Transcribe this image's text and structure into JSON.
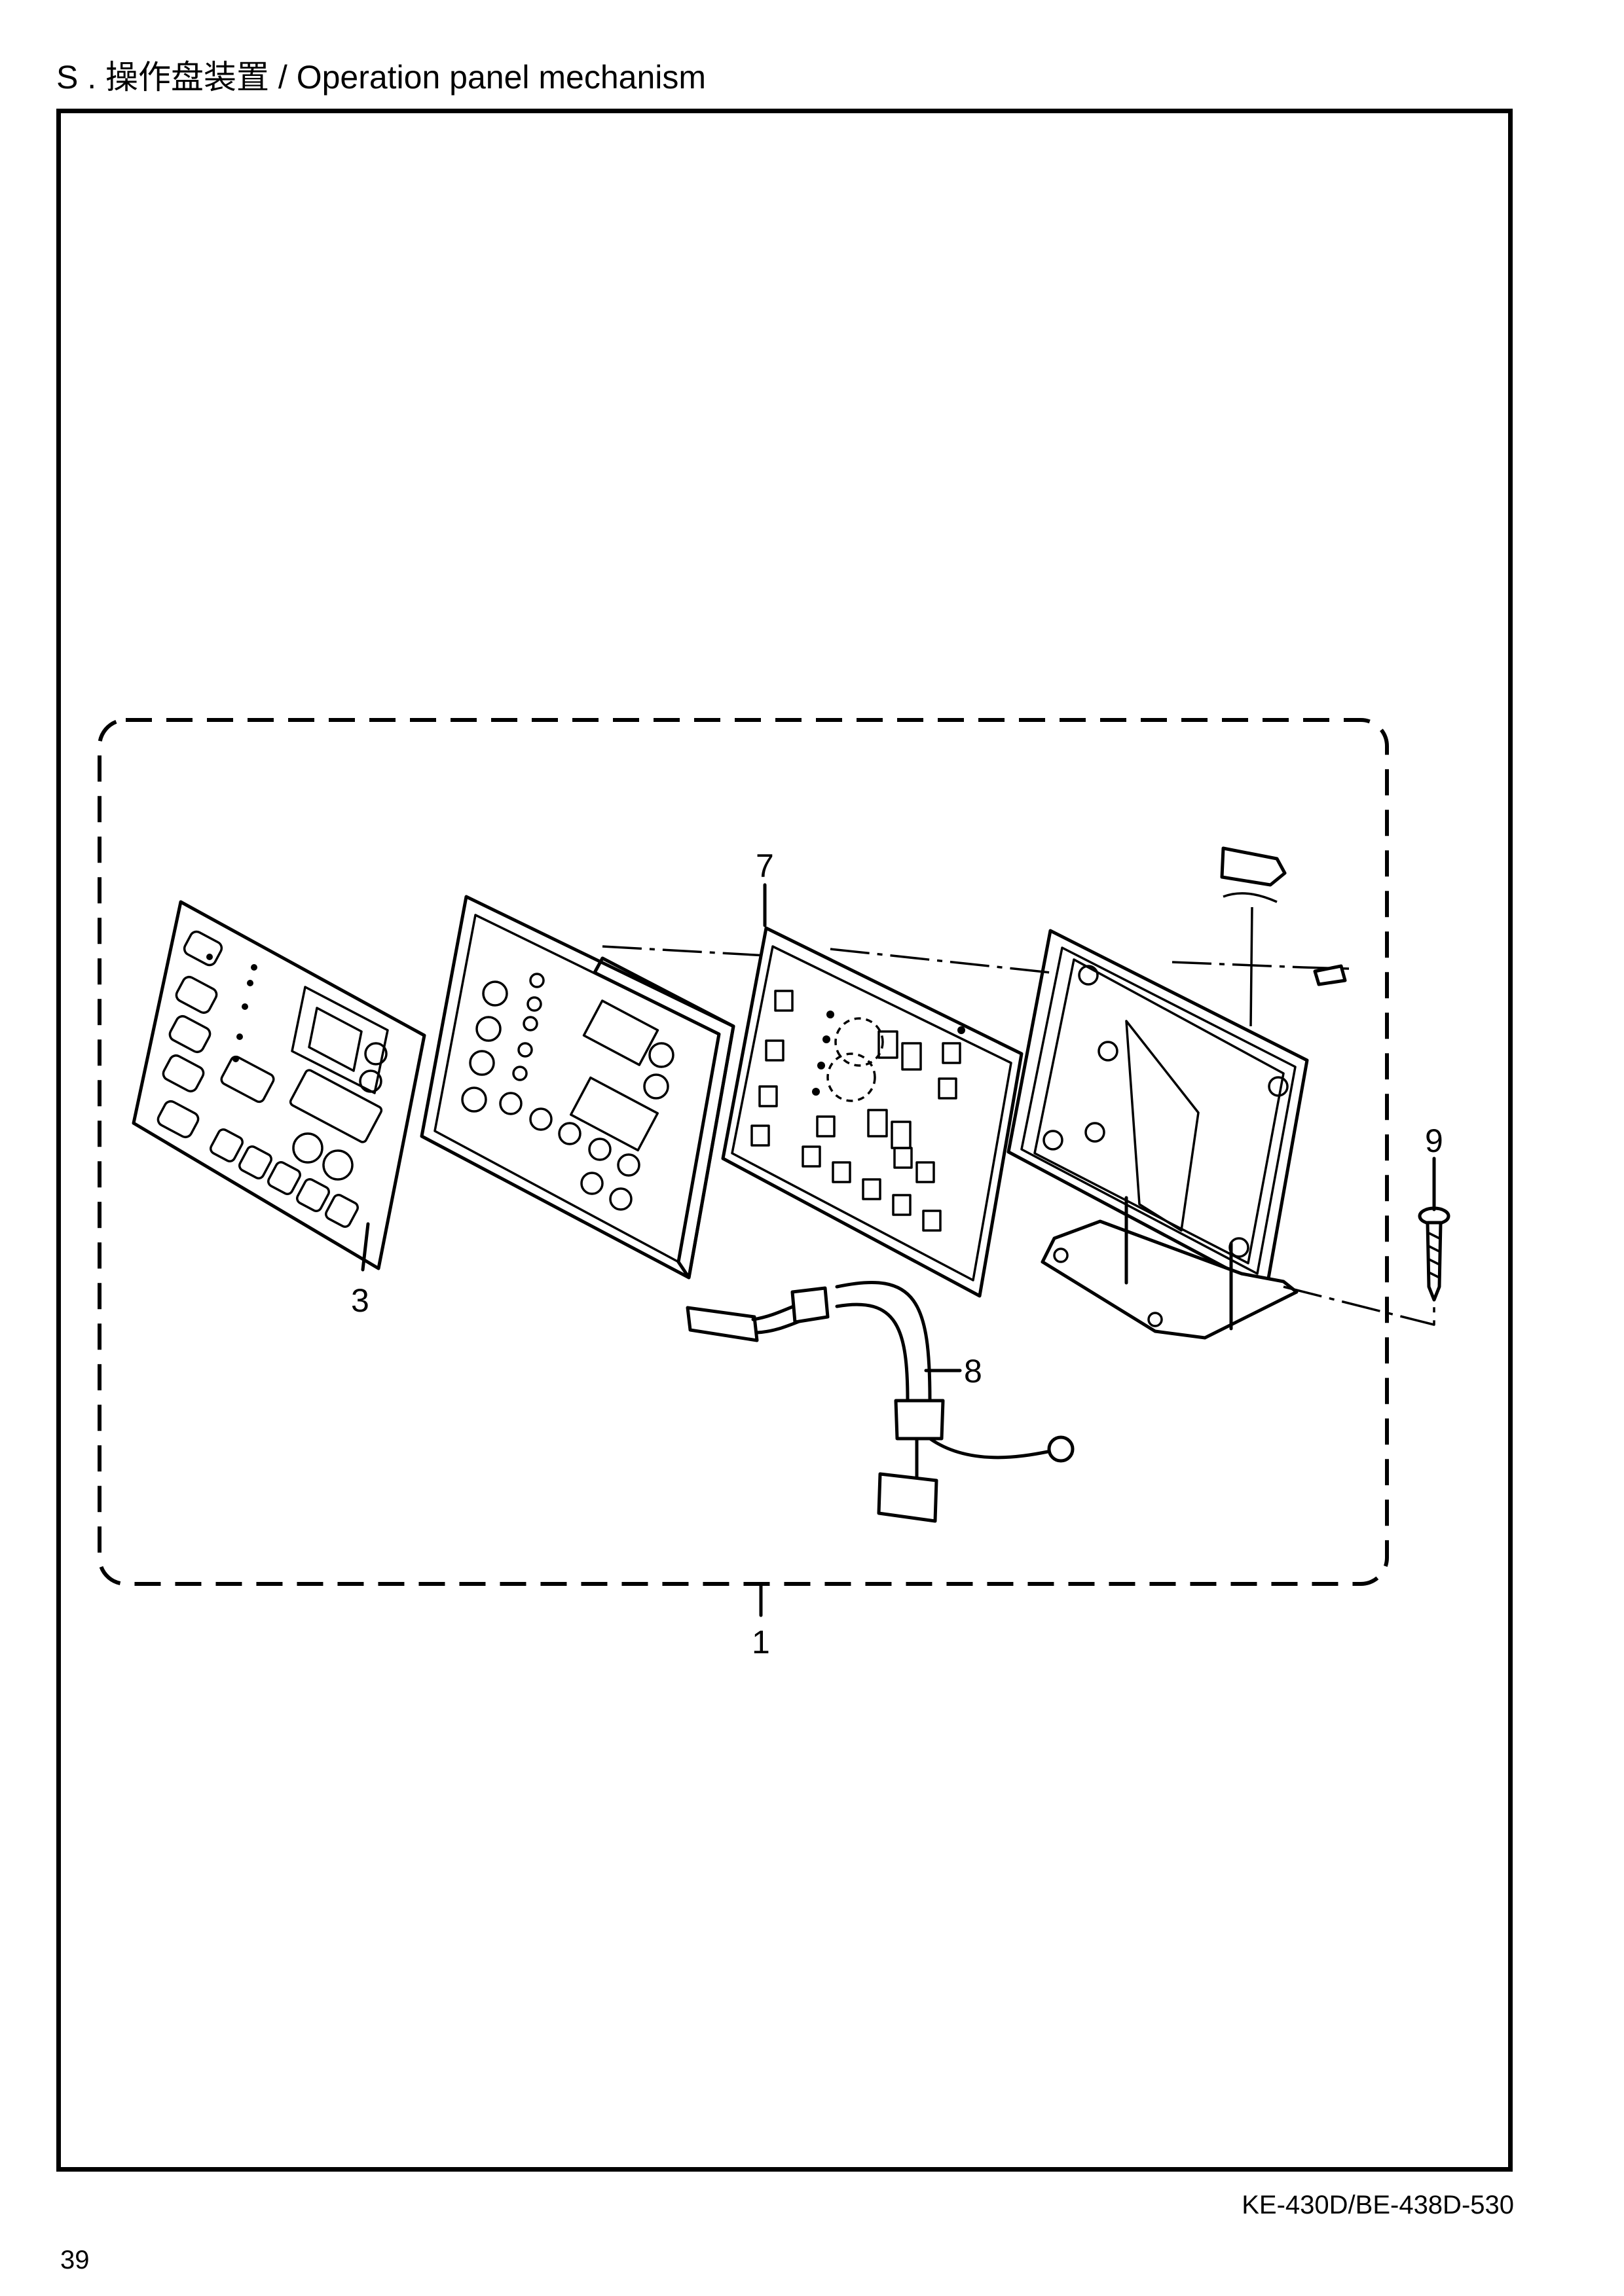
{
  "header": {
    "title": "S . 操作盘装置 / Operation panel mechanism"
  },
  "callouts": [
    {
      "id": "1",
      "label": "1"
    },
    {
      "id": "3",
      "label": "3"
    },
    {
      "id": "7",
      "label": "7"
    },
    {
      "id": "8",
      "label": "8"
    },
    {
      "id": "9",
      "label": "9"
    }
  ],
  "footer": {
    "model": "KE-430D/BE-438D-530",
    "page_number": "39"
  }
}
